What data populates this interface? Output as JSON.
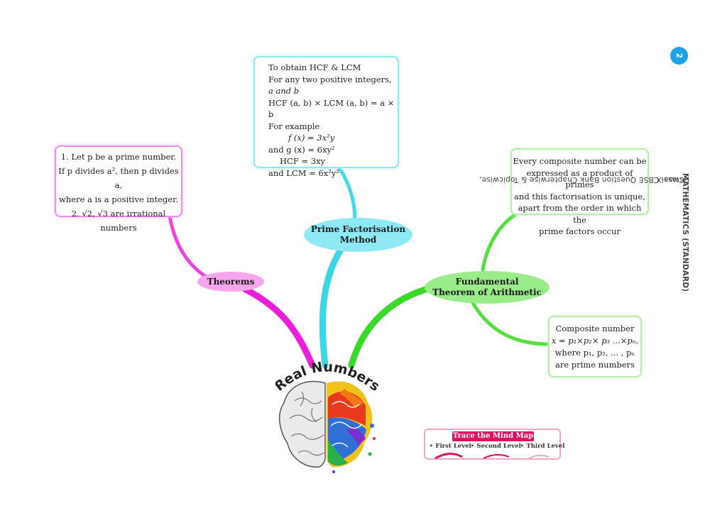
{
  "page_number": "2",
  "side_title": {
    "prefix": "Oswaal CBSE Question Bank Chapterwise & Topicwise, ",
    "subject": "MATHEMATICS (STANDARD)",
    "suffix": ", Class-X"
  },
  "central_topic": "Real Numbers",
  "branches": {
    "theorems": {
      "label": "Theorems",
      "color": "#e81fd6",
      "note_lines": [
        "1. Let p be a prime number.",
        "If p divides a², then p divides a,",
        "where a is a positive integer.",
        "2. √2, √3 are irrational numbers"
      ]
    },
    "prime_factorisation": {
      "label_line1": "Prime Factorisation",
      "label_line2": "Method",
      "color": "#3ed6e6",
      "note_lines": [
        "To obtain HCF & LCM",
        "For any two positive integers,",
        "a and b",
        "HCF (a, b) × LCM (a, b) = a × b",
        "For example"
      ],
      "example_lines": [
        "f (x) = 3x²y",
        "and  g (x) = 6xy²",
        "HCF = 3xy",
        "and  LCM = 6x²y²"
      ]
    },
    "fundamental_theorem": {
      "label_line1": "Fundamental",
      "label_line2": "Theorem of Arithmetic",
      "color": "#4fdc3a",
      "note_lines": [
        "Every composite number can be",
        "expressed as a product of primes",
        "and this factorisation is unique,",
        "apart from the order in which the",
        "prime factors occur"
      ],
      "composite_lines": [
        "Composite number",
        "x = p₁×p₂× p₃ ...×pₙ,",
        "where p₁, p₂, ... , pₙ",
        "are prime numbers"
      ]
    }
  },
  "legend": {
    "title": "Trace the  Mind Map",
    "levels": [
      "First Level",
      "Second Level",
      "Third Level"
    ]
  }
}
